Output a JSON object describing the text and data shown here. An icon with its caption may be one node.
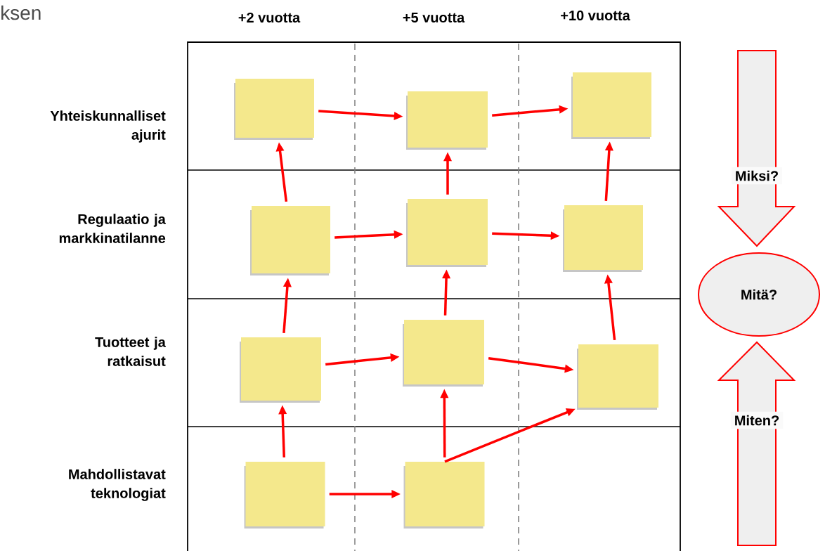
{
  "diagram": {
    "nodes": [
      {
        "text": [],
        "shape": "box"
      },
      {
        "text": [],
        "shape": "box"
      },
      {
        "text": [],
        "shape": "box"
      },
      {
        "text": [],
        "shape": "box"
      },
      {
        "text": [],
        "shape": "box"
      },
      {
        "text": [],
        "shape": "box"
      },
      {
        "text": [],
        "shape": "box"
      },
      {
        "text": [],
        "shape": "box"
      },
      {
        "text": [],
        "shape": "box"
      },
      {
        "text": [],
        "shape": "box"
      },
      {
        "text": [],
        "shape": "box"
      },
      {
        "text": [
          "Miksi?"
        ]
      },
      {
        "text": [
          "Mitä?"
        ]
      },
      {
        "text": [
          "Miten?"
        ]
      }
    ],
    "edges": [
      {
        "from": 0,
        "to": 1,
        "arrow": "to"
      },
      {
        "from": 1,
        "to": 2,
        "arrow": "to"
      },
      {
        "from": 3,
        "to": 0,
        "arrow": "to"
      },
      {
        "from": 4,
        "to": 1,
        "arrow": "to"
      },
      {
        "from": 5,
        "to": 2,
        "arrow": "to"
      },
      {
        "from": 3,
        "to": 4,
        "arrow": "to"
      },
      {
        "from": 4,
        "to": 5,
        "arrow": "to"
      },
      {
        "from": 6,
        "to": 3,
        "arrow": "to"
      },
      {
        "from": 7,
        "to": 4,
        "arrow": "to"
      },
      {
        "from": 8,
        "to": 5,
        "arrow": "to"
      },
      {
        "from": 6,
        "to": 7,
        "arrow": "to"
      },
      {
        "from": 7,
        "to": 8,
        "arrow": "to"
      },
      {
        "from": 9,
        "to": 6,
        "arrow": "to"
      },
      {
        "from": 9,
        "to": 10,
        "arrow": "to"
      },
      {
        "from": 10,
        "to": 7,
        "arrow": "to"
      },
      {
        "from": 10,
        "to": 8,
        "arrow": "to"
      }
    ],
    "labels": [
      "ksen",
      "+2 vuotta",
      "+5 vuotta",
      "+10 vuotta",
      "Yhteiskunnalliset ajurit",
      "Regulaatio ja markkinatilanne",
      "Tuotteet ja ratkaisut",
      "Mahdollistavat teknologiat"
    ]
  }
}
